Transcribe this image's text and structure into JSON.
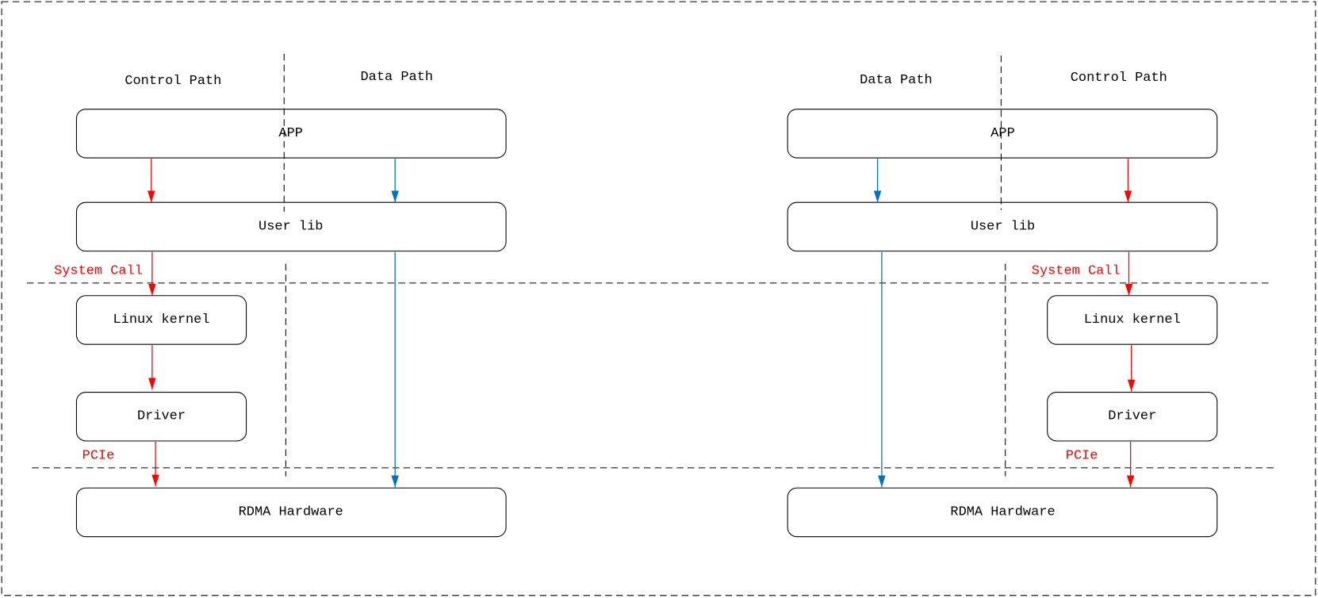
{
  "left_diagram": {
    "control_path_label": "Control Path",
    "data_path_label": "Data Path",
    "app": "APP",
    "user_lib": "User lib",
    "linux_kernel": "Linux kernel",
    "driver": "Driver",
    "rdma_hardware": "RDMA Hardware",
    "system_call": "System Call",
    "pcie": "PCIe"
  },
  "right_diagram": {
    "data_path_label": "Data Path",
    "control_path_label": "Control Path",
    "app": "APP",
    "user_lib": "User lib",
    "linux_kernel": "Linux kernel",
    "driver": "Driver",
    "rdma_hardware": "RDMA Hardware",
    "system_call": "System Call",
    "pcie": "PCIe"
  },
  "colors": {
    "control_path": "#ff0000",
    "data_path": "#0070c0"
  }
}
